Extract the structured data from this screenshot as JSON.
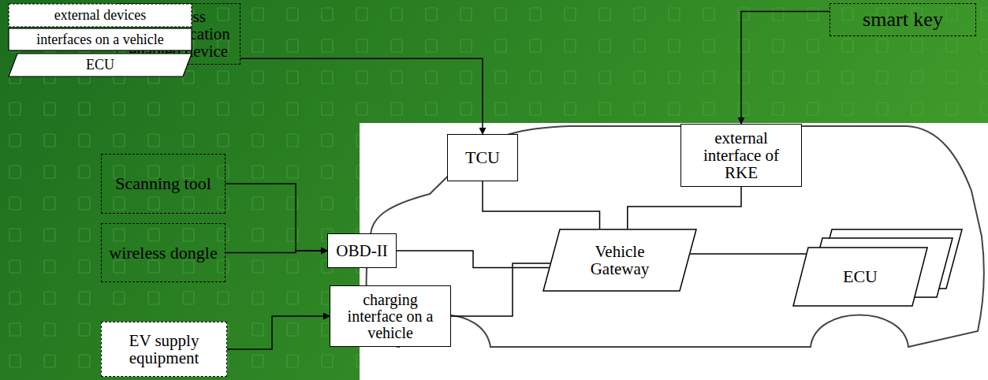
{
  "diagram": {
    "nodes": [
      {
        "text": [
          "wireless communication enabled device"
        ]
      },
      {
        "text": [
          "smart key"
        ]
      },
      {
        "text": [
          "TCU"
        ]
      },
      {
        "text": [
          "external interface of RKE"
        ]
      },
      {
        "text": [
          "Scanning tool"
        ]
      },
      {
        "text": [
          "wireless dongle"
        ]
      },
      {
        "text": [
          "OBD-II"
        ]
      },
      {
        "text": [
          "Vehicle Gateway"
        ]
      },
      {
        "text": [
          "ECU"
        ]
      },
      {
        "text": [
          "EV supply equipment"
        ]
      },
      {
        "text": [
          "charging interface on a vehicle"
        ]
      }
    ],
    "edges": [
      {
        "from": 0,
        "to": 2,
        "arrow": "to"
      },
      {
        "from": 1,
        "to": 3,
        "arrow": "to"
      },
      {
        "from": 4,
        "to": 6,
        "arrow": "to"
      },
      {
        "from": 5,
        "to": 6,
        "arrow": "to"
      },
      {
        "from": 6,
        "to": 7,
        "arrow": "none"
      },
      {
        "from": 2,
        "to": 7,
        "arrow": "none"
      },
      {
        "from": 3,
        "to": 7,
        "arrow": "none"
      },
      {
        "from": 10,
        "to": 7,
        "arrow": "none"
      },
      {
        "from": 7,
        "to": 8,
        "arrow": "none"
      },
      {
        "from": 9,
        "to": 10,
        "arrow": "to"
      }
    ],
    "legend": [
      {
        "text": "external devices"
      },
      {
        "text": "interfaces on a vehicle"
      },
      {
        "text": "ECU"
      }
    ]
  }
}
